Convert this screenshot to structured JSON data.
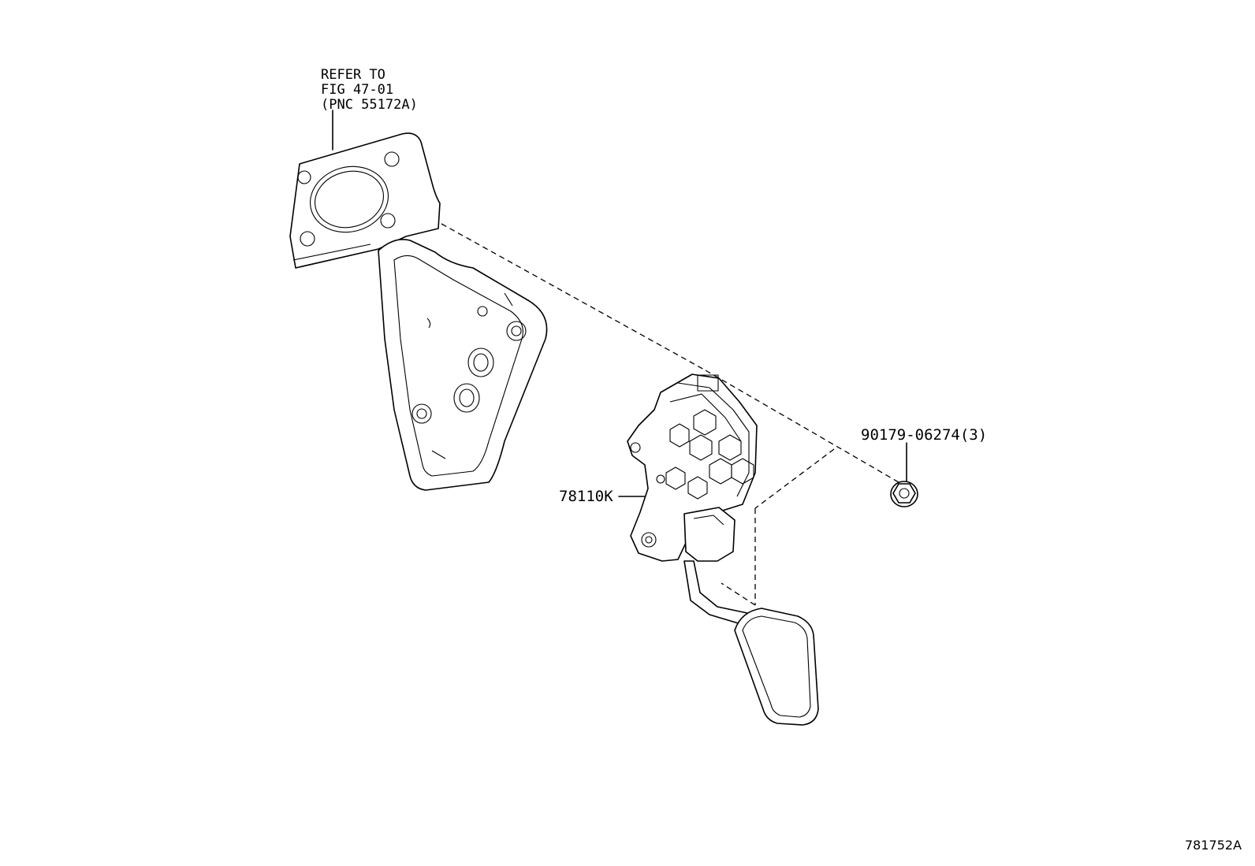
{
  "callouts": {
    "refer": {
      "line1": "REFER TO",
      "line2": "FIG 47-01",
      "line3": "(PNC 55172A)"
    },
    "pedal_assembly": "78110K",
    "nut": "90179-06274(3)"
  },
  "figure_number": "781752A"
}
